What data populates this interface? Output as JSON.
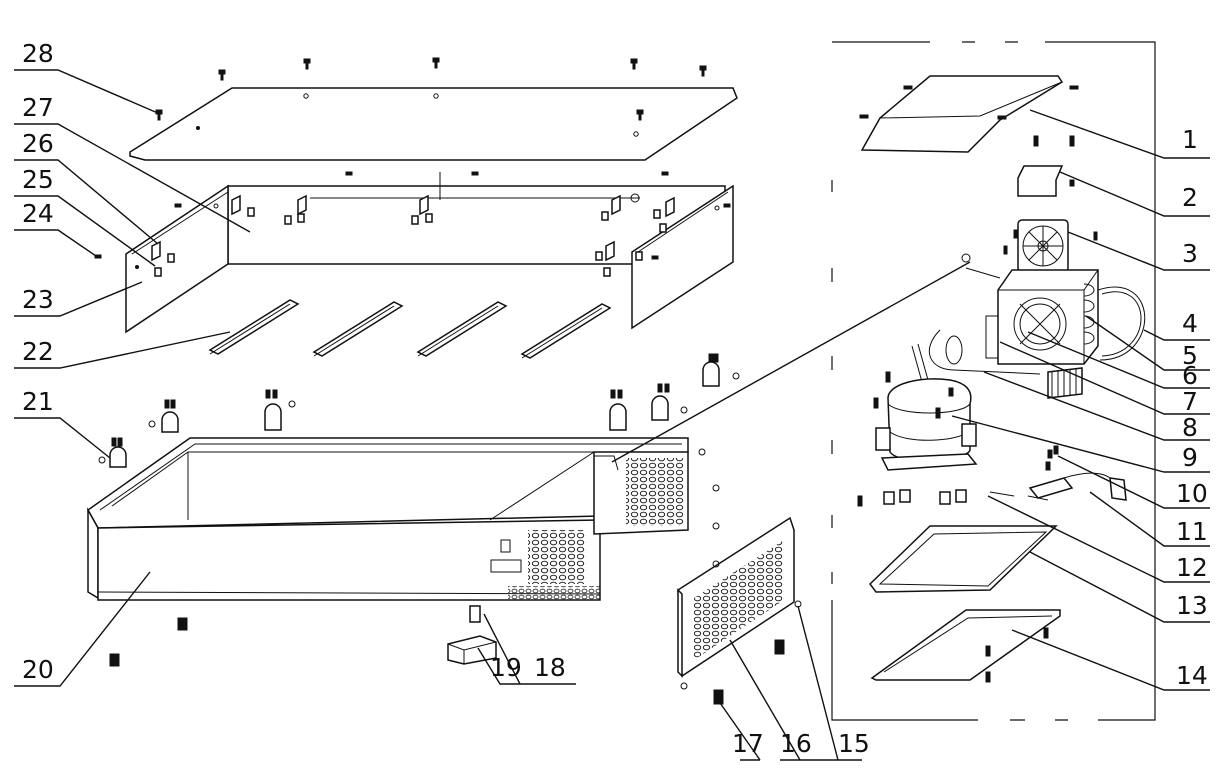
{
  "diagram": {
    "type": "exploded-parts-diagram",
    "labels_left": [
      "28",
      "27",
      "26",
      "25",
      "24",
      "23",
      "22",
      "21",
      "20"
    ],
    "labels_right": [
      "1",
      "2",
      "3",
      "4",
      "5",
      "6",
      "7",
      "8",
      "9",
      "10",
      "11",
      "12",
      "13",
      "14"
    ],
    "labels_bottom": [
      "19",
      "18",
      "17",
      "16",
      "15"
    ]
  }
}
